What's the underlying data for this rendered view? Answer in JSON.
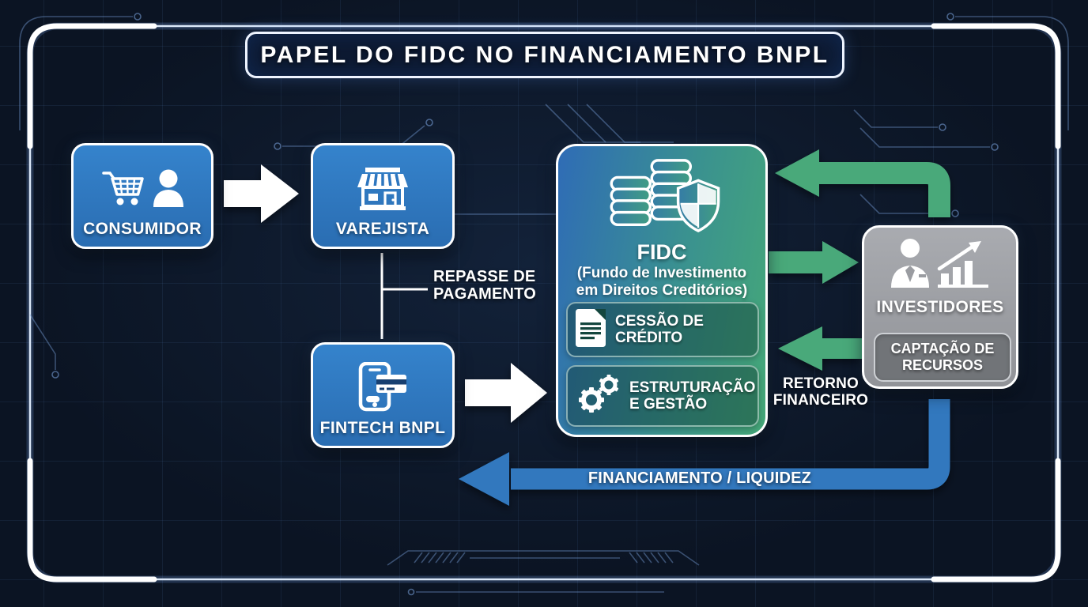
{
  "title": "PAPEL DO FIDC NO FINANCIAMENTO BNPL",
  "nodes": {
    "consumidor": {
      "label": "CONSUMIDOR",
      "icon": "cart-person-icon"
    },
    "varejista": {
      "label": "VAREJISTA",
      "icon": "storefront-icon"
    },
    "fintech": {
      "label": "FINTECH BNPL",
      "icon": "phone-card-icon"
    },
    "fidc": {
      "title": "FIDC",
      "subtitle_line1": "(Fundo de Investimento",
      "subtitle_line2": "em Direitos Creditórios)",
      "icon": "coins-shield-icon",
      "items": [
        {
          "line1": "CESSÃO DE",
          "line2": "CRÉDITO",
          "icon": "document-icon"
        },
        {
          "line1": "ESTRUTURAÇÃO",
          "line2": "E GESTÃO",
          "icon": "gears-icon"
        }
      ]
    },
    "investidores": {
      "label": "INVESTIDORES",
      "icon": "investor-chart-icon",
      "sub": {
        "line1": "CAPTAÇÃO DE",
        "line2": "RECURSOS"
      }
    }
  },
  "edges": {
    "repasse": {
      "line1": "REPASSE DE",
      "line2": "PAGAMENTO"
    },
    "retorno": {
      "line1": "RETORNO",
      "line2": "FINANCEIRO"
    },
    "financiamento": {
      "label": "FINANCIAMENTO / LIQUIDEZ"
    }
  },
  "colors": {
    "bg": "#0b1423",
    "box-blue": "#2e78c2",
    "fidc-blue": "#2f6cb6",
    "fidc-green": "#45a878",
    "arrow-green": "#4aa97a",
    "arrow-blue": "#3078be",
    "box-gray": "#9fa1a6",
    "sub-gray": "#717478",
    "white": "#ffffff"
  }
}
